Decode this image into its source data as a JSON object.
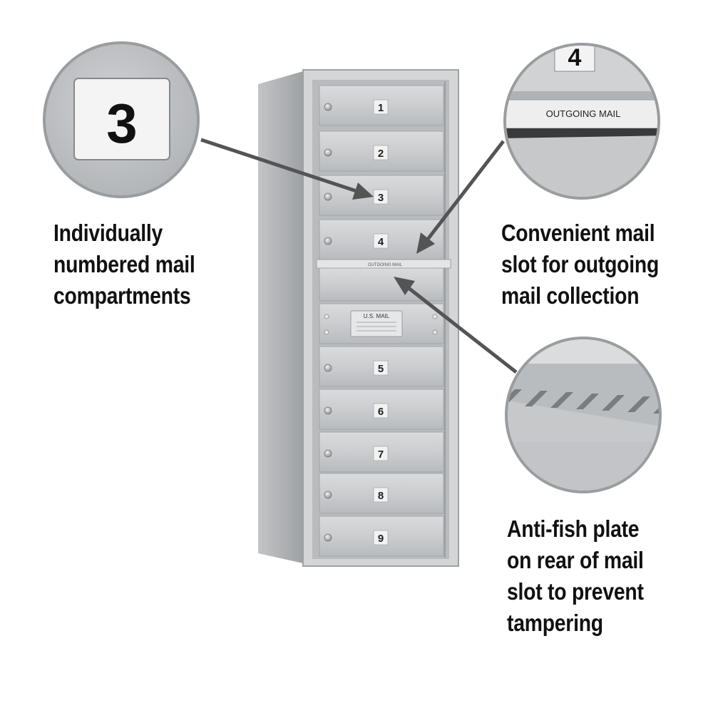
{
  "cabinet": {
    "doors": [
      {
        "number": "1"
      },
      {
        "number": "2"
      },
      {
        "number": "3"
      },
      {
        "number": "4"
      },
      {
        "number": "5"
      },
      {
        "number": "6"
      },
      {
        "number": "7"
      },
      {
        "number": "8"
      },
      {
        "number": "9"
      }
    ],
    "outgoing_slot_label": "OUTGOING MAIL",
    "usmail_plate_label": "U.S. MAIL"
  },
  "callouts": {
    "left": {
      "zoom_number": "3",
      "caption_lines": [
        "Individually",
        "numbered mail",
        "compartments"
      ]
    },
    "right_top": {
      "zoom_number": "4",
      "zoom_label": "OUTGOING MAIL",
      "caption_lines": [
        "Convenient mail",
        "slot for outgoing",
        "mail collection"
      ]
    },
    "right_bottom": {
      "caption_lines": [
        "Anti-fish plate",
        "on rear of mail",
        "slot to prevent",
        "tampering"
      ]
    }
  },
  "colors": {
    "aluminum": "#c9cbcd",
    "aluminum_dark": "#a9acaf",
    "arrow": "#545454",
    "text": "#111111"
  }
}
